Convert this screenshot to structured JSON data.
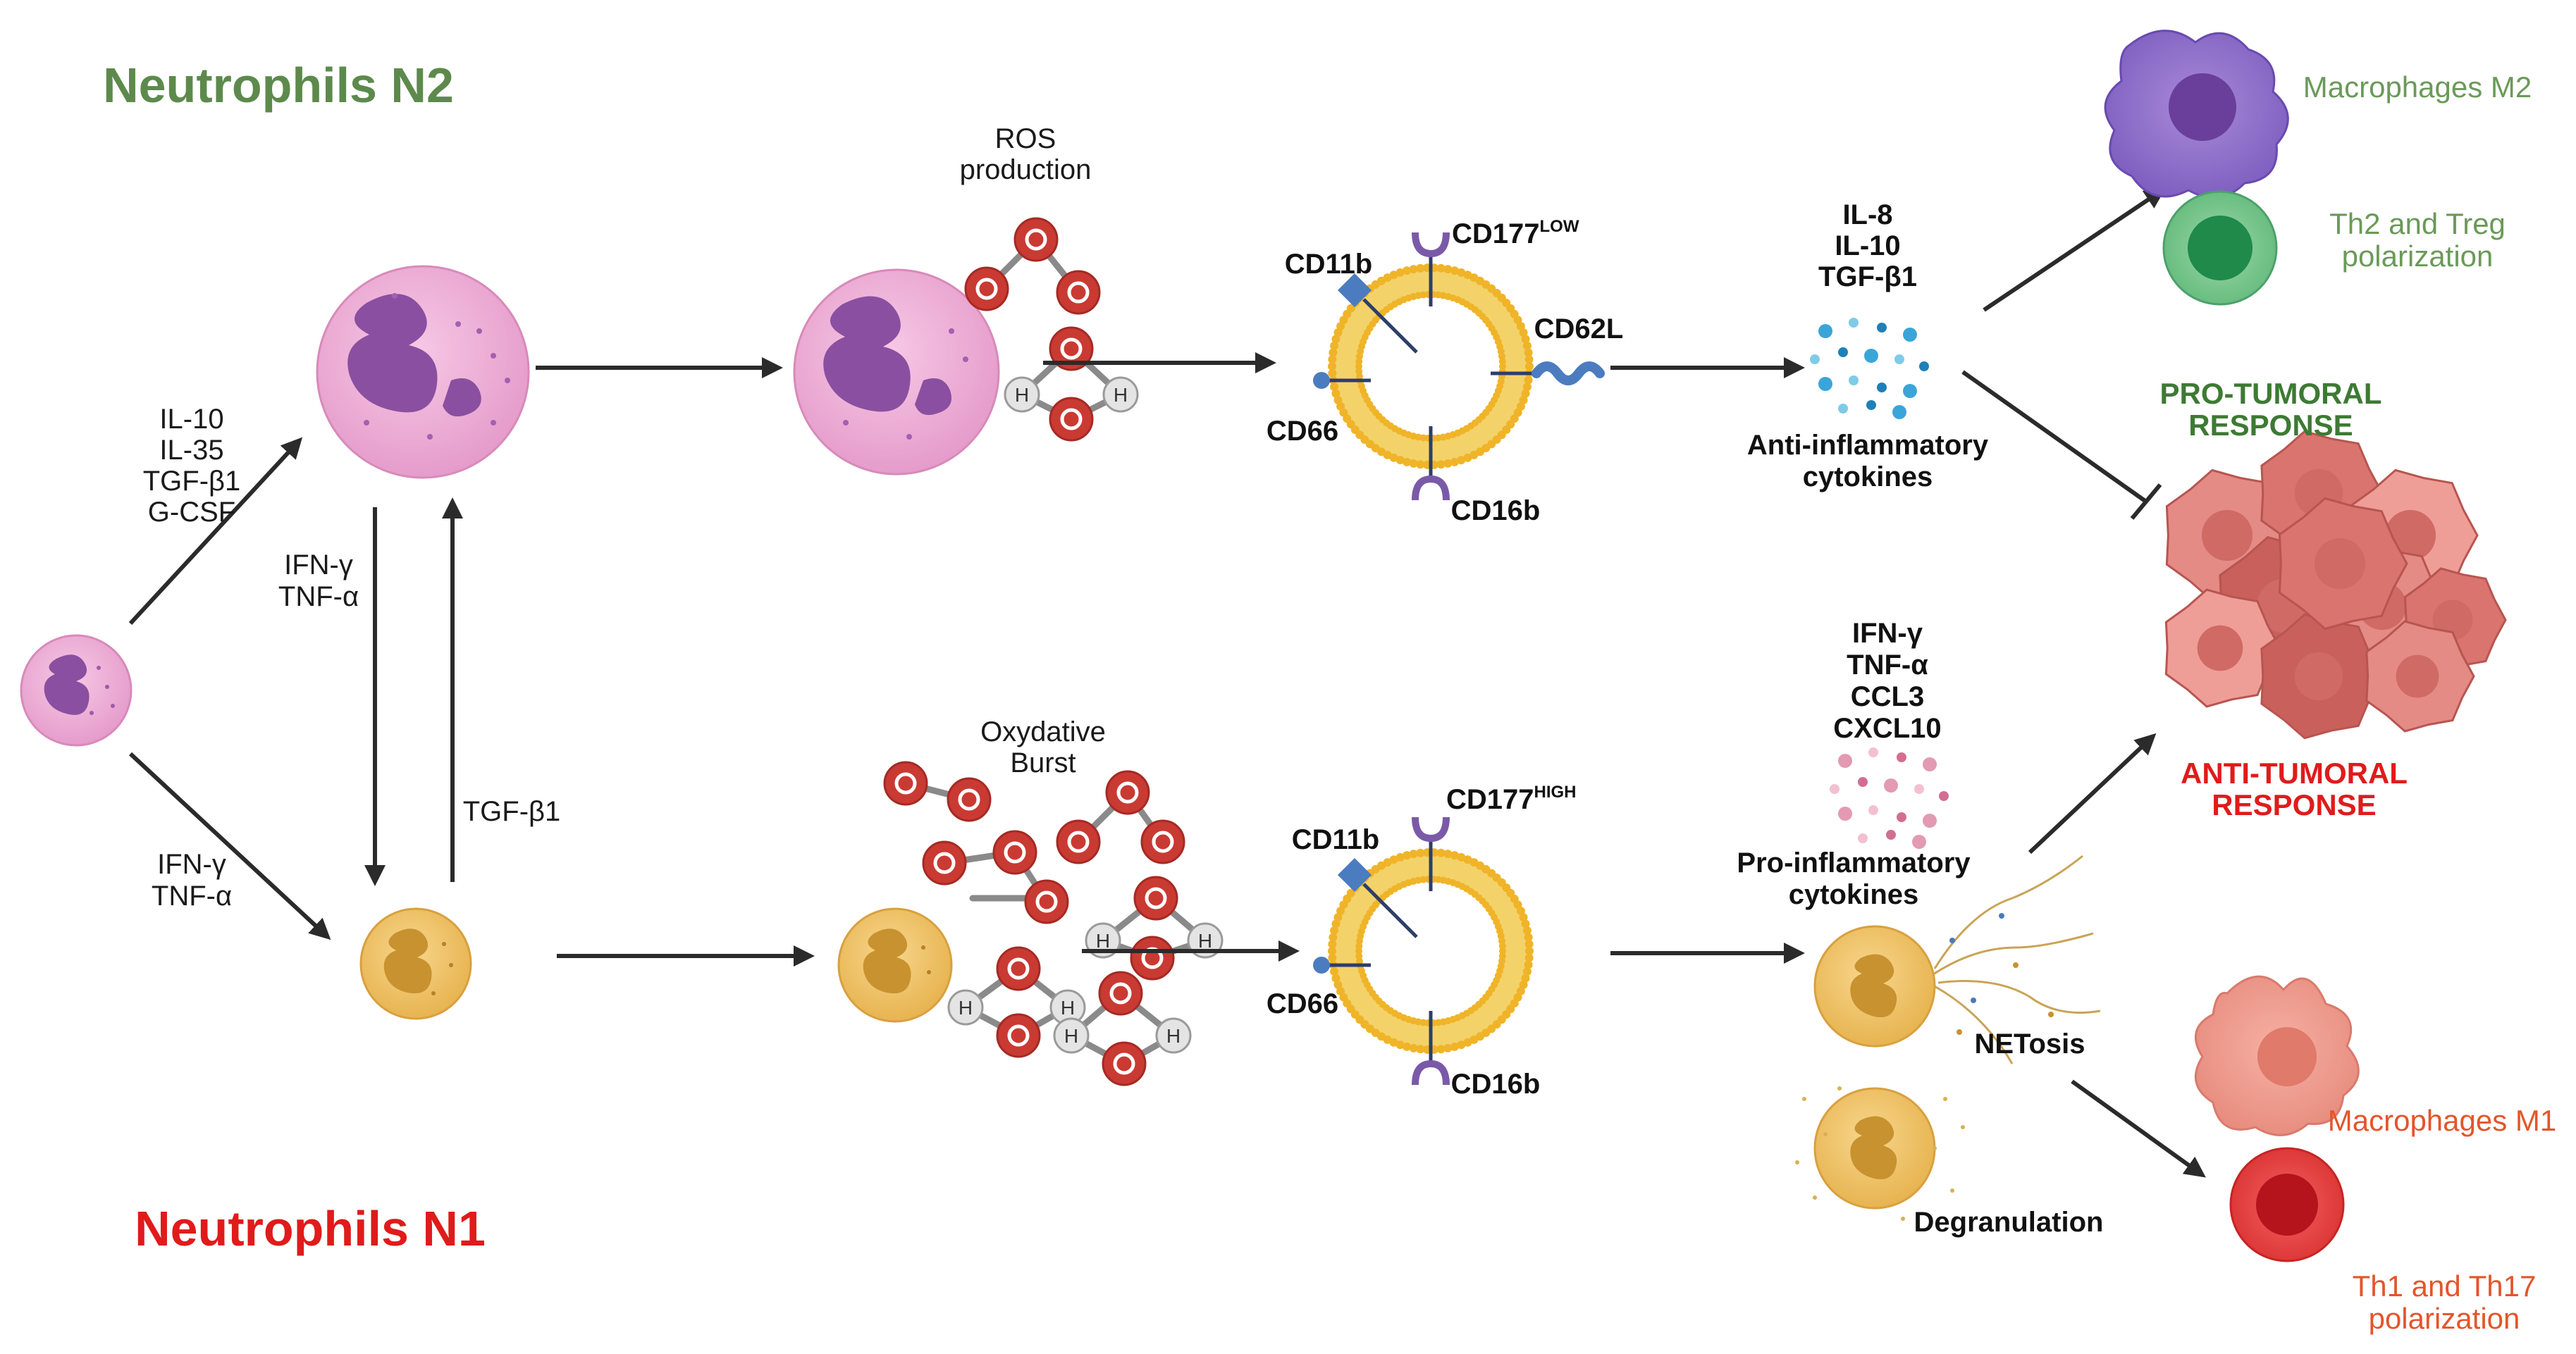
{
  "titles": {
    "n2": "Neutrophils N2",
    "n1": "Neutrophils N1"
  },
  "stimuli": {
    "to_n2": [
      "IL-10",
      "IL-35",
      "TGF-β1",
      "G-CSF"
    ],
    "n2_to_n1": [
      "IFN-γ",
      "TNF-α"
    ],
    "n1_to_n2": "TGF-β1",
    "to_n1": [
      "IFN-γ",
      "TNF-α"
    ]
  },
  "n2_row": {
    "ros_label": [
      "ROS",
      "production"
    ],
    "markers": {
      "cd11b": "CD11b",
      "cd177": "CD177",
      "cd177_sup": "LOW",
      "cd62l": "CD62L",
      "cd66": "CD66",
      "cd16b": "CD16b"
    },
    "cytokines": [
      "IL-8",
      "IL-10",
      "TGF-β1"
    ],
    "cytokines_label": [
      "Anti-inflammatory",
      "cytokines"
    ]
  },
  "n1_row": {
    "burst_label": [
      "Oxydative",
      "Burst"
    ],
    "markers": {
      "cd11b": "CD11b",
      "cd177": "CD177",
      "cd177_sup": "HIGH",
      "cd66": "CD66",
      "cd16b": "CD16b"
    },
    "cytokines": [
      "IFN-γ",
      "TNF-α",
      "CCL3",
      "CXCL10"
    ],
    "cytokines_label": [
      "Pro-inflammatory",
      "cytokines"
    ],
    "netosis": "NETosis",
    "degranulation": "Degranulation"
  },
  "atom_letters": {
    "oxygen": "O",
    "hydrogen": "H"
  },
  "outcomes": {
    "macrophages_m2": "Macrophages M2",
    "th2_treg": [
      "Th2 and Treg",
      "polarization"
    ],
    "pro_tumoral": [
      "PRO-TUMORAL",
      "RESPONSE"
    ],
    "anti_tumoral": [
      "ANTI-TUMORAL",
      "RESPONSE"
    ],
    "macrophages_m1": "Macrophages M1",
    "th1_th17": [
      "Th1 and Th17",
      "polarization"
    ]
  },
  "colors": {
    "n2_green": "#5d8a4c",
    "n1_red": "#e01b1b",
    "pro_green": "#3d7a33",
    "outcome_green": "#6a9a58",
    "outcome_orange": "#e4552a",
    "n2_cell": "#f2b6dc",
    "n1_cell": "#f2c66e",
    "nucleus": "#8a4fa0",
    "oxygen": "#c93a32",
    "membrane": "#f0c43a",
    "tumor": "#e48b86"
  }
}
